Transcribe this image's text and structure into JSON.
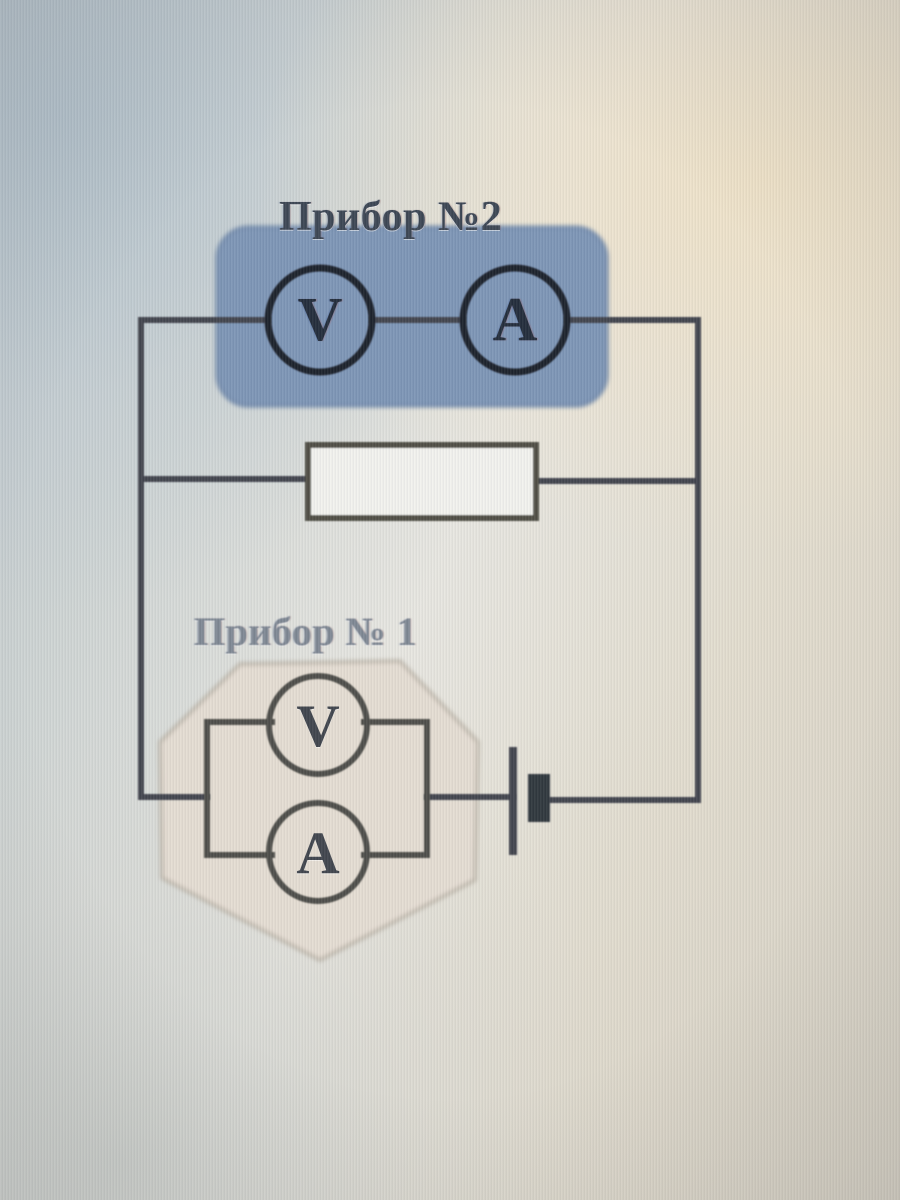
{
  "scene": {
    "kind": "photographed-screen",
    "description": "Electrical circuit schematic with two measuring-instrument groups",
    "background_colors": {
      "top_left": "#b7c1c7",
      "top_right": "#e8dfc6",
      "center": "#e7e6e0",
      "bottom_left": "#cfd2cd",
      "bottom_right": "#d8d2c4"
    }
  },
  "labels": {
    "device_two": "Прибор №2",
    "device_one": "Прибор № 1"
  },
  "device_two": {
    "title": "Прибор №2",
    "panel_color": "#7a93b4",
    "panel_edge_color": "#6b83a4",
    "meters": [
      {
        "symbol": "V",
        "name": "voltmeter"
      },
      {
        "symbol": "A",
        "name": "ammeter"
      }
    ],
    "connection": "series"
  },
  "device_one": {
    "title": "Прибор № 1",
    "panel_color": "#e3dbd0",
    "panel_edge_color": "#b9b2a6",
    "meters": [
      {
        "symbol": "V",
        "name": "voltmeter"
      },
      {
        "symbol": "A",
        "name": "ammeter"
      }
    ],
    "connection": "parallel"
  },
  "components": {
    "resistor": {
      "name": "resistor",
      "label": ""
    },
    "battery": {
      "name": "battery-cell",
      "label": ""
    }
  },
  "wire_color": "#3c4148"
}
